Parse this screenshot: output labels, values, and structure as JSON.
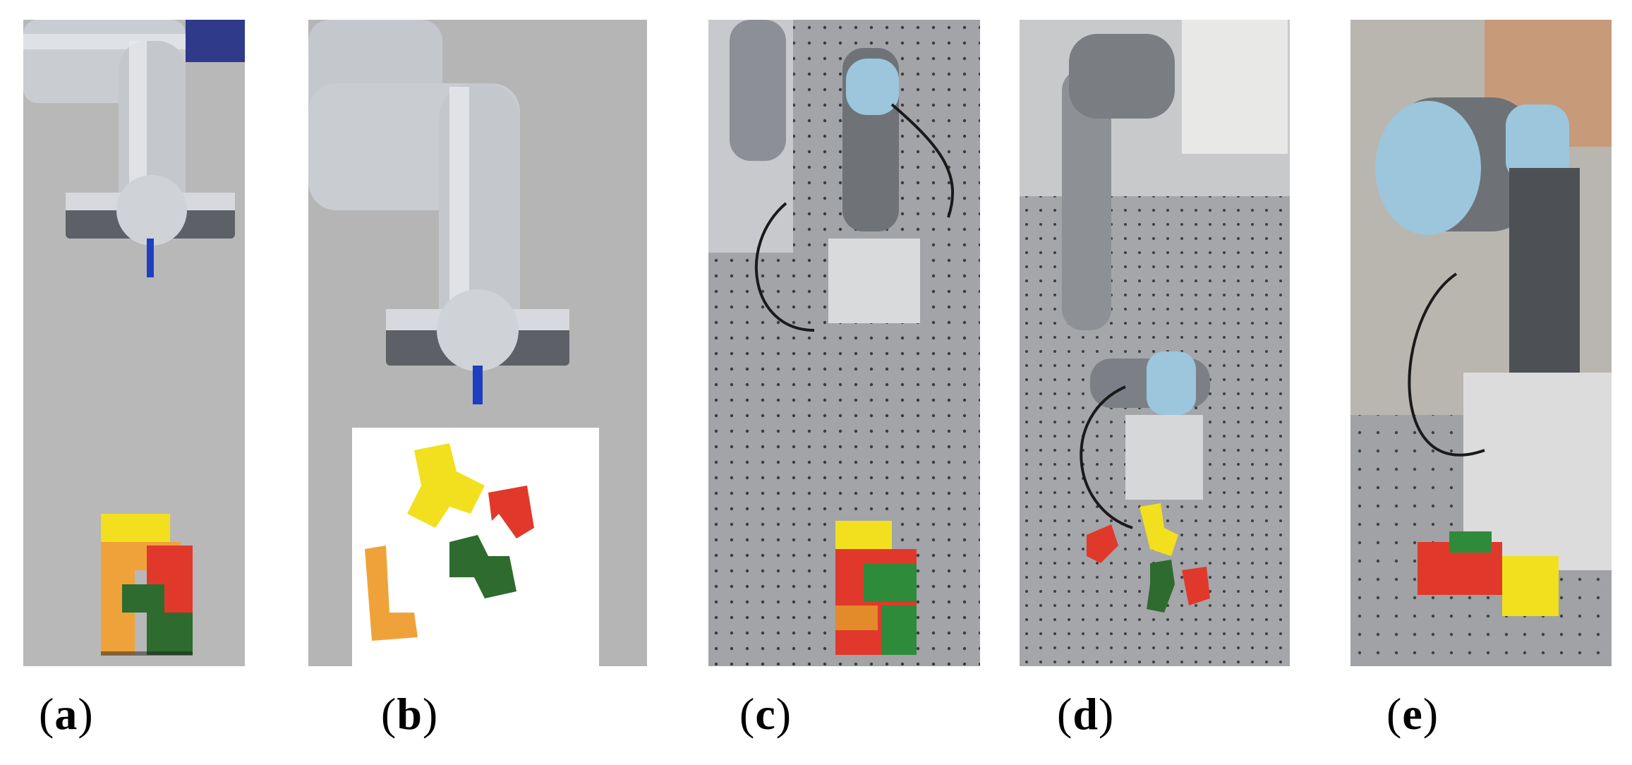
{
  "figure": {
    "panels": [
      {
        "id": "a",
        "label": "a",
        "kind": "simulation-close"
      },
      {
        "id": "b",
        "label": "b",
        "kind": "simulation-scattered"
      },
      {
        "id": "c",
        "label": "c",
        "kind": "real-assembled"
      },
      {
        "id": "d",
        "label": "d",
        "kind": "real-scattered"
      },
      {
        "id": "e",
        "label": "e",
        "kind": "real-closeup"
      }
    ],
    "colors": {
      "sim_background": "#b8b8b8",
      "table_surface": "#9a9c9f",
      "robot_arm": "#c9ccd1",
      "robot_cap": "#9cc6dc",
      "piece_yellow": "#f2e01f",
      "piece_orange": "#f0a23a",
      "piece_red": "#e0392b",
      "piece_green": "#2e6b2e"
    }
  }
}
